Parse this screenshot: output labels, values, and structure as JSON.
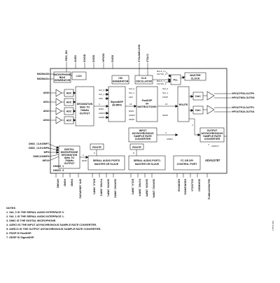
{
  "chip": {
    "name": "ADAU1787"
  },
  "top_pins": [
    "REG_EN",
    "AVDD",
    "IOVDD",
    "DVDD",
    "HPVDD",
    "DVDD",
    "XTALI/MCLKIN",
    "XTALO"
  ],
  "bottom_pins": [
    "HPGND",
    "AGND",
    "DGND",
    "SPK_EN/SPDIF2",
    "BCLK_0/MP1",
    "FSYNC_0/MP2",
    "SDATAI_0/MP1",
    "SDATAO_0/MP2",
    "BCLK_1/MP3",
    "FSYNC_1/MP4",
    "SDATAI_1/MP5",
    "SDATAO_1/MP6",
    "ADDR0/SS",
    "ADDR1/MOSI",
    "SCL/SCLK",
    "SDA/MISO",
    "SELFBOOT/MP11"
  ],
  "left_pins": {
    "micbias": [
      "MICBIAS0",
      "MICBIAS1"
    ],
    "ain": [
      "AIN0",
      "AIN1",
      "AIN2",
      "AIN3"
    ],
    "dmic": [
      "DMIC_CLK0/MP7",
      "DMIC_CLK1/MP8",
      "MP9",
      "DMIC2/3/MP9",
      "MP10",
      "DMIC0_1",
      "DMIC2_3"
    ]
  },
  "right_pins": [
    "HPOUTP0/LOUTP0",
    "HPOUTN0/LOUTN0",
    "HPOUTP1/LOUTP1",
    "HPOUTN1/LOUTN1"
  ],
  "blocks": {
    "ldo": "LDO",
    "micbias_gen": [
      "MICROPHONE",
      "BIAS",
      "GENERATOR"
    ],
    "cm_gen": [
      "CM",
      "GENERATOR"
    ],
    "clk_osc": [
      "CLK",
      "OSCILLATOR"
    ],
    "pll": "PLL",
    "master_clock": [
      "MASTER",
      "CLOCK"
    ],
    "adc": "ADC",
    "decimation": [
      "DECIMATION",
      "8kHz TO",
      "768kHz",
      "OUTPUT"
    ],
    "sigmadsp": [
      "SigmaDSP",
      "38 MIPS"
    ],
    "fastdsp": [
      "FastDSP",
      "64",
      "INSTRUCTIONS"
    ],
    "route": "ROUTE",
    "dac": "DAC",
    "input_asrc": [
      "INPUT",
      "ASYNCHRONOUS",
      "SAMPLE RATE",
      "CONVERTER"
    ],
    "output_asrc": [
      "OUTPUT",
      "ASYNCHRONOUS",
      "SAMPLE RATE",
      "CONVERTER"
    ],
    "dmic_dec": [
      "DIGITAL",
      "MICROPHONE",
      "DECIMATION",
      "8kHz TO",
      "768kHz",
      "OUTPUT"
    ],
    "sport0": [
      "SERIAL AUDIO PORT0",
      "MASTER OR SLAVE"
    ],
    "sport1": [
      "SERIAL AUDIO PORT1",
      "MASTER OR SLAVE"
    ],
    "control": [
      "I²C OR SPI",
      "CONTROL PORT"
    ]
  },
  "signal_labels": {
    "bclk_fsync": [
      "BCLK_0",
      "FSYNC_0",
      "BCLK_1",
      "FSYNC_1"
    ],
    "sai": [
      "SAI_0",
      "SAI_1"
    ],
    "dsp_inputs": [
      "ADC",
      "DMIC",
      "ASRCI",
      "FDSP"
    ],
    "fast_inputs": [
      "SAI_0",
      "SAI_1",
      "ADC",
      "DMIC",
      "ASRCI",
      "SDSP"
    ],
    "route_out": [
      "SAI_0",
      "SAI_1",
      "FDSP",
      "SDSP"
    ],
    "asrc": [
      "ASRCI",
      "ASRCO"
    ],
    "dmic": "DMIC"
  },
  "bus_widths": [
    "4",
    "16",
    "16",
    "4",
    "4",
    "4",
    "4",
    "6",
    "8",
    "8",
    "16"
  ],
  "notes": {
    "heading": "NOTES",
    "items": [
      "1. SAI_0 IS THE SERIAL AUDIO INTERFACE 0.",
      "2. SAI_1 IS THE SERIAL AUDIO INTERFACE 1.",
      "3. DMIC IS THE DIGITAL MICROPHONE.",
      "4. ASRCI IS THE INPUT ASYNCHRONOUS SAMPLE RATE CONVERTER.",
      "5. ASRCO IS THE OUTPUT ASYNCHRONOUS SAMPLE RATE CONVERTER.",
      "6. FDSP IS FastDSP.",
      "7. SDSP IS SigmaDSP."
    ]
  },
  "figure_id": "17871-001"
}
